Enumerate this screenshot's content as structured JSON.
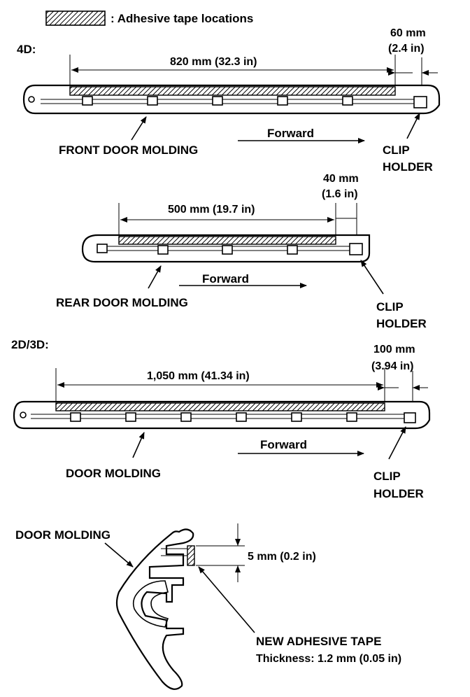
{
  "legend": {
    "text": ": Adhesive tape locations"
  },
  "front_door": {
    "section_label": "4D:",
    "length_label": "820 mm (32.3 in)",
    "offset_label_line1": "60 mm",
    "offset_label_line2": "(2.4 in)",
    "molding_label": "FRONT DOOR MOLDING",
    "forward_label": "Forward",
    "clip_label_line1": "CLIP",
    "clip_label_line2": "HOLDER"
  },
  "rear_door": {
    "length_label": "500 mm (19.7 in)",
    "offset_label_line1": "40 mm",
    "offset_label_line2": "(1.6 in)",
    "molding_label": "REAR DOOR MOLDING",
    "forward_label": "Forward",
    "clip_label_line1": "CLIP",
    "clip_label_line2": "HOLDER"
  },
  "two_door": {
    "section_label": "2D/3D:",
    "length_label": "1,050 mm (41.34 in)",
    "offset_label_line1": "100 mm",
    "offset_label_line2": "(3.94 in)",
    "molding_label": "DOOR MOLDING",
    "forward_label": "Forward",
    "clip_label_line1": "CLIP",
    "clip_label_line2": "HOLDER"
  },
  "cross_section": {
    "molding_label": "DOOR MOLDING",
    "width_label": "5 mm (0.2 in)",
    "tape_label": "NEW ADHESIVE TAPE",
    "thickness_label": "Thickness: 1.2 mm (0.05 in)"
  }
}
